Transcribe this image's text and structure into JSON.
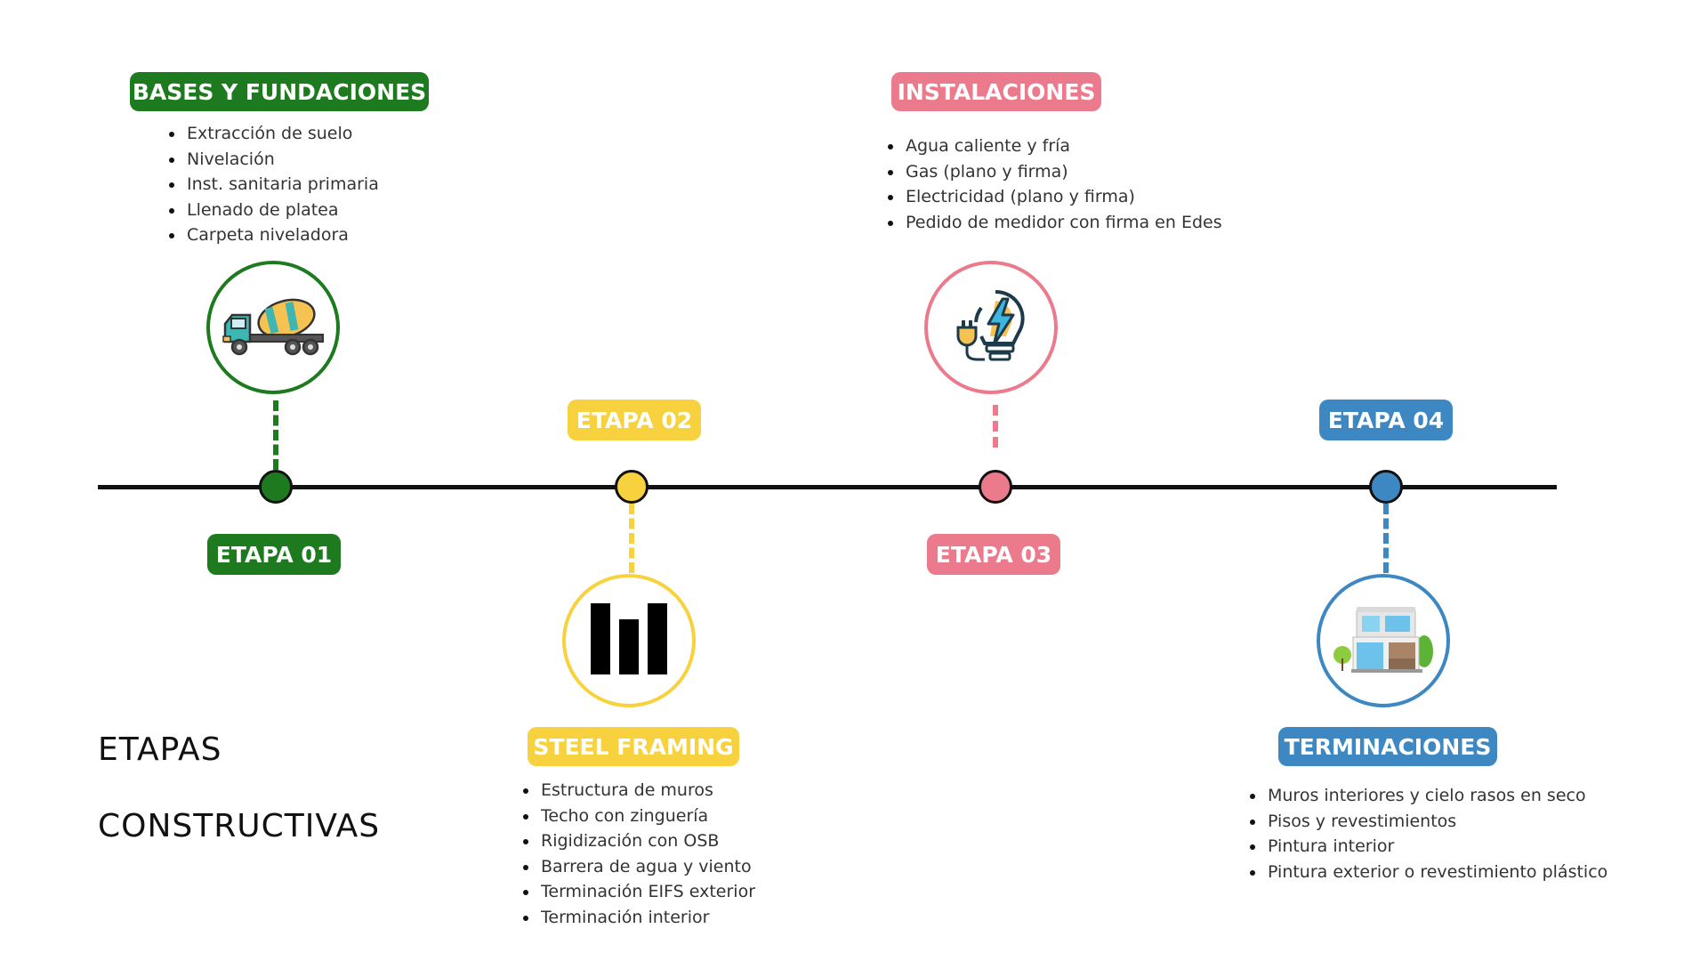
{
  "title": {
    "line1": "ETAPAS",
    "line2": "CONSTRUCTIVAS"
  },
  "colors": {
    "etapa1": "#1e7a1e",
    "etapa2": "#f7d23e",
    "etapa3": "#ec7a8d",
    "etapa4": "#3d88c2",
    "timeline": "#111111"
  },
  "stages": [
    {
      "label": "ETAPA 01",
      "heading": "BASES Y FUNDACIONES",
      "icon": "concrete-mixer-truck-icon",
      "items": [
        "Extracción de suelo",
        "Nivelación",
        "Inst. sanitaria primaria",
        "Llenado de platea",
        "Carpeta niveladora"
      ]
    },
    {
      "label": "ETAPA 02",
      "heading": "STEEL FRAMING",
      "icon": "steel-frame-bars-icon",
      "items": [
        "Estructura de muros",
        "Techo con zinguería",
        "Rigidización con OSB",
        "Barrera de agua y viento",
        "Terminación EIFS exterior",
        "Terminación interior"
      ]
    },
    {
      "label": "ETAPA 03",
      "heading": "INSTALACIONES",
      "icon": "plug-lightbulb-icon",
      "items": [
        "Agua caliente y fría",
        "Gas (plano y firma)",
        "Electricidad (plano y firma)",
        "Pedido de medidor con firma en Edes"
      ]
    },
    {
      "label": "ETAPA 04",
      "heading": "TERMINACIONES",
      "icon": "modern-house-icon",
      "items": [
        "Muros interiores y cielo rasos en seco",
        "Pisos y revestimientos",
        "Pintura interior",
        "Pintura exterior o revestimiento plástico"
      ]
    }
  ]
}
